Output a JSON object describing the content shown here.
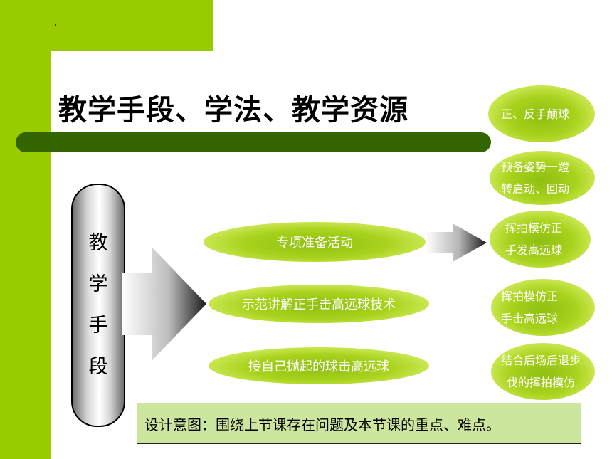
{
  "title": "教学手段、学法、教学资源",
  "vertical_label": [
    "教",
    "学",
    "手",
    "段"
  ],
  "middle_items": [
    "专项准备活动",
    "示范讲解正手击高远球技术",
    "接自己抛起的球击高远球"
  ],
  "right_items": [
    [
      "正、反手颠球"
    ],
    [
      "预备姿势一蹬",
      "转启动、回动"
    ],
    [
      "挥拍模仿正",
      "手发高远球"
    ],
    [
      "挥拍模仿正",
      "手击高远球"
    ],
    [
      "结合后场后退步",
      "伐的挥拍模仿"
    ]
  ],
  "design_note": "设计意图：围绕上节课存在问题及本节课的重点、难点。",
  "colors": {
    "lime": "#99cc00",
    "dark_green": "#336600",
    "note_bg": "#cce69f"
  }
}
